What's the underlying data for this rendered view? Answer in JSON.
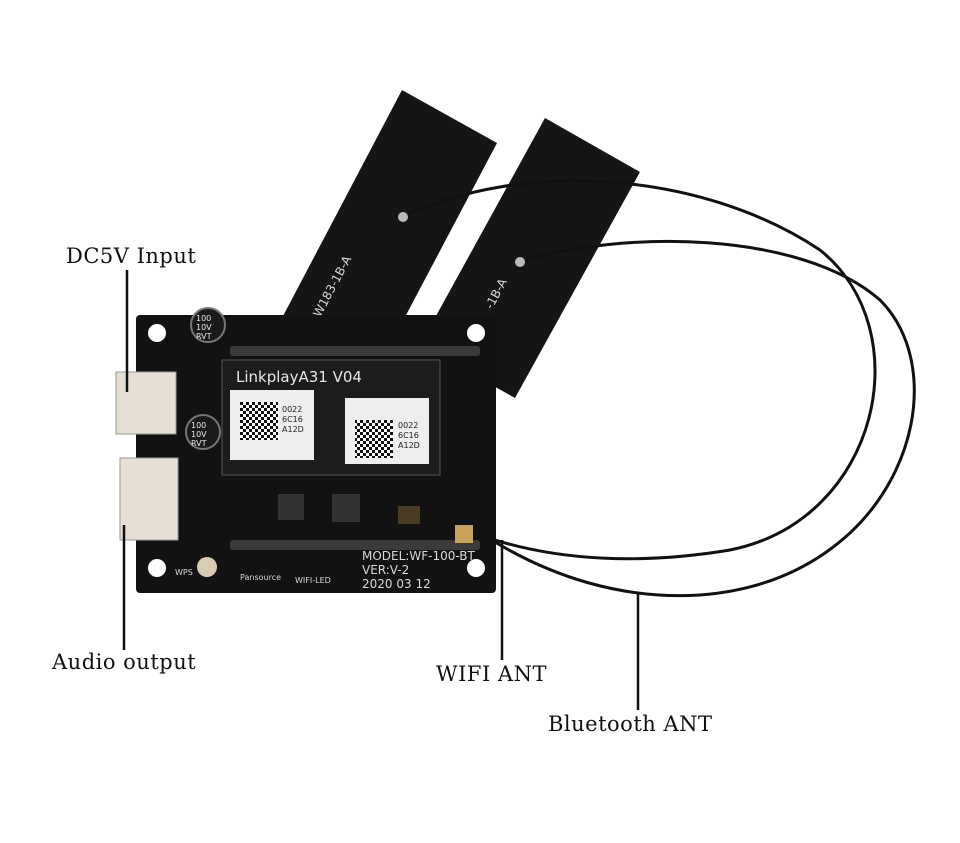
{
  "callouts": {
    "dc_input": "DC5V Input",
    "audio_output": "Audio output",
    "wifi_ant": "WIFI ANT",
    "bluetooth_ant": "Bluetooth ANT"
  },
  "board": {
    "brand": "LinkplayA31 V04",
    "model": "MODEL:WF-100-BT",
    "version": "VER:V-2",
    "date": "2020 03 12",
    "wps_label": "WPS",
    "wifi_led_label": "WIFI-LED",
    "vendor_label": "Pansource",
    "chip_code_1": "0022",
    "chip_code_2": "6C16",
    "chip_code_3": "A12D",
    "cap_1": "100",
    "cap_2": "10V",
    "cap_3": "RVT",
    "antenna_left_label": "W183-1B-A",
    "antenna_right_label": "-1B-A"
  }
}
